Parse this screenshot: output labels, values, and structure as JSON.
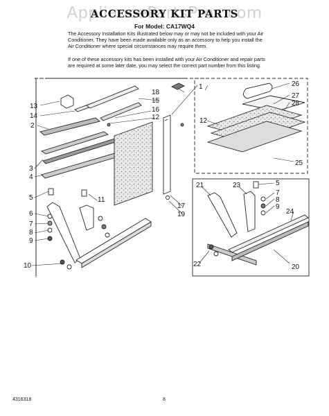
{
  "watermark": "AppliancePartsPros.com",
  "header": {
    "title": "ACCESSORY KIT PARTS",
    "model": "For Model: CA17WQ4"
  },
  "paragraphs": [
    "The Accessory Installation Kits illustrated below may or may not be included with your Air Conditioner. They have been made available only as an accessory to help you install the Air Conditioner where special circumstances may require them.",
    "If one of these accessory kits has been installed with your Air Conditioner and repair parts are required at some later date, you may select the correct part number from this listing."
  ],
  "callouts": {
    "n1": "1",
    "n2": "2",
    "n3": "3",
    "n4": "4",
    "n5": "5",
    "n6": "6",
    "n7": "7",
    "n8": "8",
    "n9": "9",
    "n10": "10",
    "n11": "11",
    "n12": "12",
    "n13": "13",
    "n14": "14",
    "n15": "15",
    "n16": "16",
    "n17": "17",
    "n18": "18",
    "n19": "19",
    "n20": "20",
    "n21": "21",
    "n22": "22",
    "n23": "23",
    "n24": "24",
    "n25": "25",
    "n26": "26",
    "n27": "27",
    "n28": "28"
  },
  "footer": {
    "doc_number": "4316318",
    "page_number": "8"
  }
}
